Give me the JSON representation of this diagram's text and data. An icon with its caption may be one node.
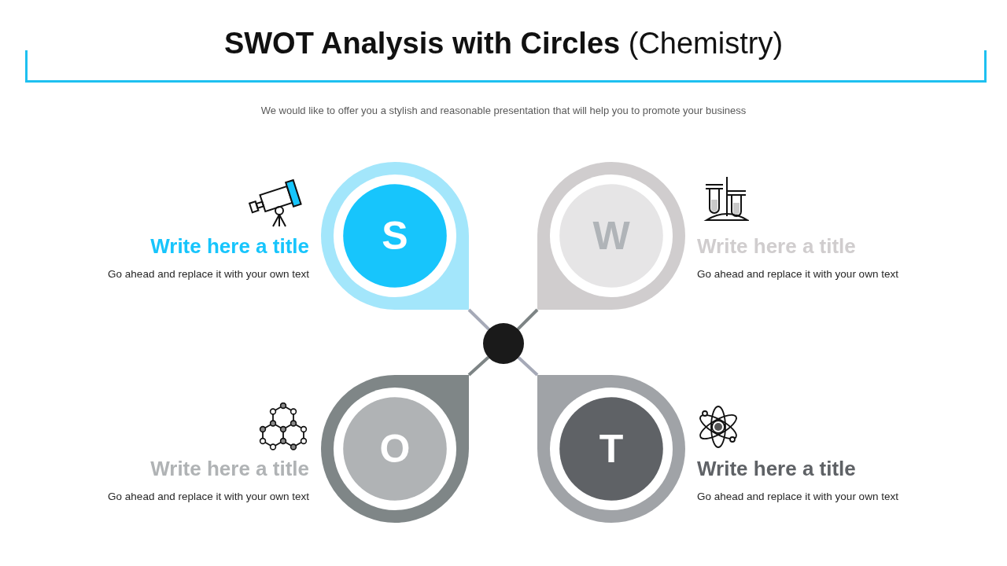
{
  "diagram": {
    "title": "**SWOT Analysis with Circles** (Chemistry)",
    "nodes": [
      {
        "text": [
          "S"
        ],
        "beside": [
          "Write here a title",
          "Go ahead and replace it with your own text"
        ]
      },
      {
        "text": [
          "W"
        ],
        "beside": [
          "Write here a title",
          "Go ahead and replace it with your own text"
        ]
      },
      {
        "text": [],
        "shape": "circle"
      },
      {
        "text": [
          "O"
        ],
        "beside": [
          "Write here a title",
          "Go ahead and replace it with your own text"
        ]
      },
      {
        "text": [
          "T"
        ],
        "beside": [
          "Write here a title",
          "Go ahead and replace it with your own text"
        ]
      }
    ],
    "edges": [
      {
        "from": 2,
        "to": 0,
        "arrow": "none",
        "color": "#a5a9b7"
      },
      {
        "from": 2,
        "to": 1,
        "arrow": "none",
        "color": "#7d8485"
      },
      {
        "from": 2,
        "to": 3,
        "arrow": "none",
        "color": "#7d8485"
      },
      {
        "from": 2,
        "to": 4,
        "arrow": "none",
        "color": "#a5a9b7"
      }
    ],
    "labels": [
      "We would like to offer you a stylish and reasonable presentation that will help you to promote your business"
    ]
  }
}
